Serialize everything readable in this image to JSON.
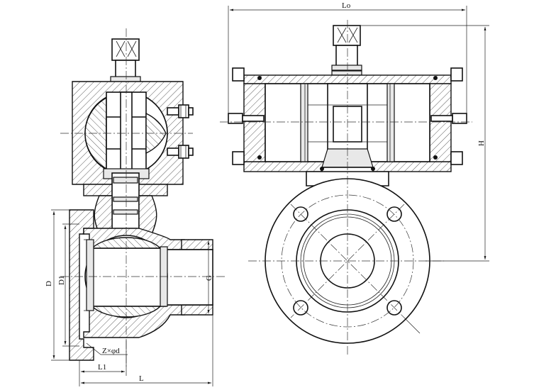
{
  "labels": {
    "lo": "Lo",
    "h": "H",
    "g": "G",
    "d": "D",
    "d1": "D1",
    "l1": "L1",
    "l": "L",
    "bolt": "Z×φd"
  },
  "colors": {
    "line": "#111111",
    "background": "#ffffff",
    "fill": "#e8e8e8"
  }
}
